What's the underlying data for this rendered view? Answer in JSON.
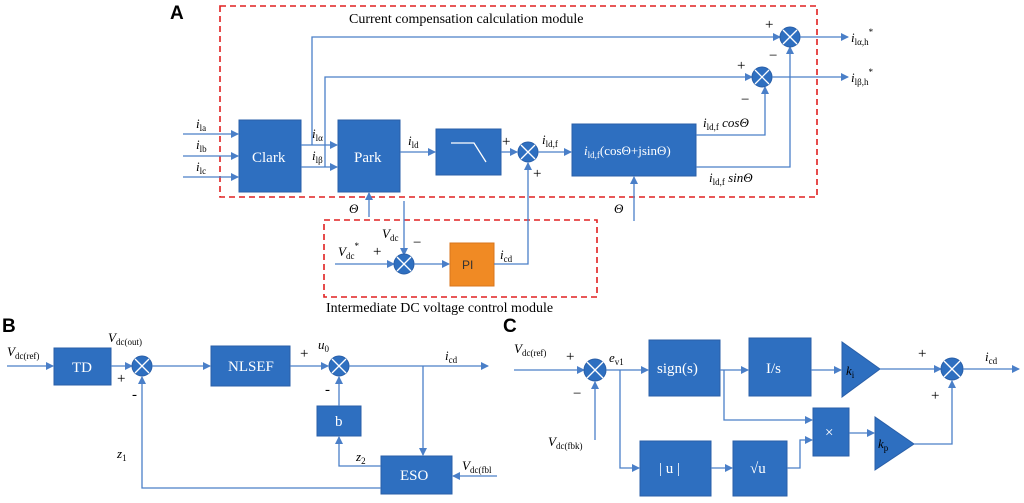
{
  "panels": {
    "A": "A",
    "B": "B",
    "C": "C"
  },
  "modules": {
    "current": "Current compensation calculation module",
    "dc": "Intermediate DC voltage control module"
  },
  "blocks": {
    "clark": "Clark",
    "park": "Park",
    "pi": "PI",
    "td": "TD",
    "nlsef": "NLSEF",
    "b": "b",
    "eso": "ESO",
    "sign": "sign(s)",
    "integ": "I/s",
    "abs": "| u |",
    "sqrt": "√u",
    "mult": "×"
  },
  "labels": {
    "ila": [
      "i",
      "la"
    ],
    "ilb": [
      "i",
      "lb"
    ],
    "ilc": [
      "i",
      "lc"
    ],
    "ilalpha": [
      "i",
      "lα"
    ],
    "ilbeta": [
      "i",
      "lβ"
    ],
    "ild": [
      "i",
      "ld"
    ],
    "ildf": [
      "i",
      "ld,f"
    ],
    "ildf_cos": [
      "i",
      "ld,f",
      " cosΘ"
    ],
    "ildf_sin": [
      "i",
      "ld,f",
      " sinΘ"
    ],
    "out_alpha": [
      "i",
      "lα,h",
      "*"
    ],
    "out_beta": [
      "i",
      "lβ,h",
      "*"
    ],
    "theta": "Θ",
    "vdc": [
      "V",
      "dc"
    ],
    "vdc_star": [
      "V",
      "dc",
      "*"
    ],
    "icd": [
      "i",
      "cd"
    ],
    "vdcref": [
      "V",
      "dc(ref)"
    ],
    "vdcout": [
      "V",
      "dc(out)"
    ],
    "u0": [
      "u",
      "0"
    ],
    "z1": [
      "z",
      "1"
    ],
    "z2": [
      "z",
      "2"
    ],
    "vdcfbl": [
      "V",
      "dc(fbl"
    ],
    "ev1": [
      "e",
      "v1"
    ],
    "vdcfbk": [
      "V",
      "dc(fbk)"
    ],
    "ki": [
      "k",
      "i"
    ],
    "kp": [
      "k",
      "p"
    ]
  },
  "transform_block": {
    "prefix": "i",
    "sub": "ld,f",
    "expr": "(cosΘ+jsinΘ)"
  },
  "signs": {
    "plus": "+",
    "minus": "−",
    "dash": "-"
  },
  "colors": {
    "block": "#2e6fc0",
    "pi": "#f08a24",
    "wire": "#4a7fc8",
    "module_border": "#e02020"
  }
}
